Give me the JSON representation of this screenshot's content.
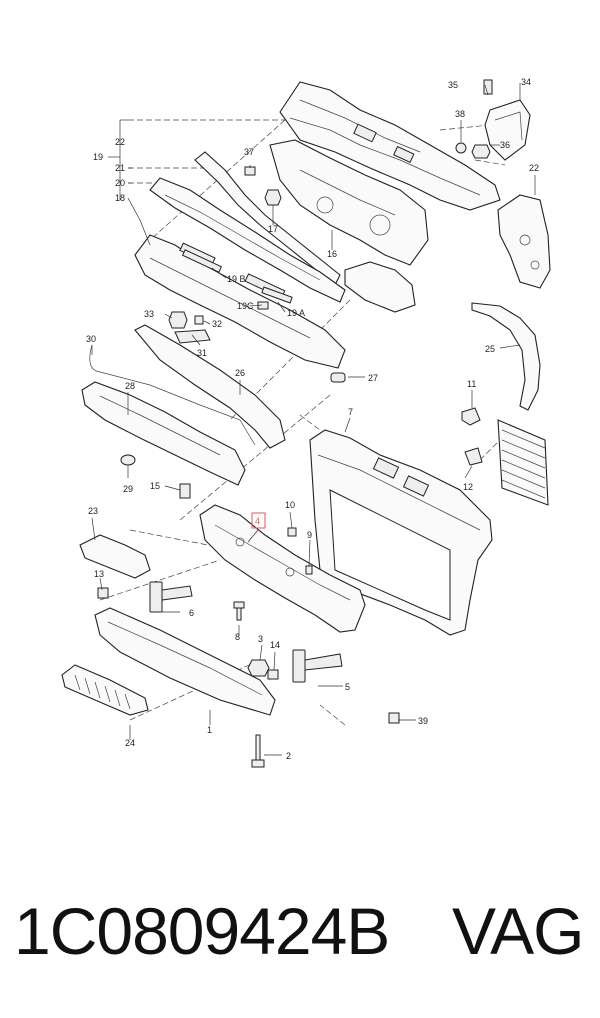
{
  "callouts": {
    "c1": "1",
    "c2": "2",
    "c3": "3",
    "c4": "4",
    "c5": "5",
    "c6": "6",
    "c7": "7",
    "c8": "8",
    "c9": "9",
    "c10": "10",
    "c11": "11",
    "c12": "12",
    "c13": "13",
    "c14": "14",
    "c15": "15",
    "c16": "16",
    "c17": "17",
    "c18": "18",
    "c19": "19",
    "c19a": "19 A",
    "c19b": "19 B",
    "c19c": "19C",
    "c20": "20",
    "c21": "21",
    "c22a": "22",
    "c22b": "22",
    "c23": "23",
    "c24": "24",
    "c25": "25",
    "c26": "26",
    "c27": "27",
    "c28": "28",
    "c29": "29",
    "c30": "30",
    "c31": "31",
    "c32": "32",
    "c33": "33",
    "c34": "34",
    "c35": "35",
    "c36": "36",
    "c37": "37",
    "c38": "38",
    "c39": "39"
  },
  "highlight_color": "#e05a5a",
  "footer": {
    "part_number": "1C0809424B",
    "brand": "VAG"
  }
}
